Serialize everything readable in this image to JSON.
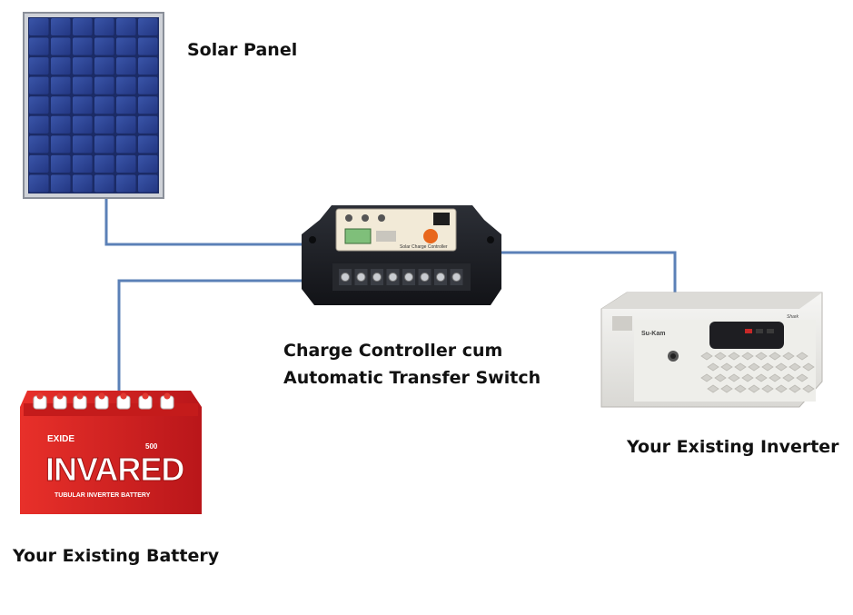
{
  "labels": {
    "solar_panel": "Solar Panel",
    "controller_line1": "Charge Controller cum",
    "controller_line2": "Automatic Transfer Switch",
    "inverter": "Your Existing Inverter",
    "battery": "Your Existing Battery"
  },
  "device_text": {
    "controller_name": "Solar Charge Controller",
    "battery_brand": "EXIDE",
    "battery_model": "INVARED",
    "battery_rating": "500",
    "battery_subtitle": "TUBULAR INVERTER BATTERY",
    "inverter_brand": "Su-Kam",
    "inverter_model": "Shark"
  },
  "colors": {
    "wire": "#5b80b7",
    "panel_cell": "#2a3f8c",
    "battery_red": "#d9221e",
    "controller_body": "#1c1e24",
    "inverter_body": "#ecebe8"
  },
  "icons": [
    "solar-panel-icon",
    "charge-controller-icon",
    "inverter-icon",
    "battery-icon"
  ]
}
